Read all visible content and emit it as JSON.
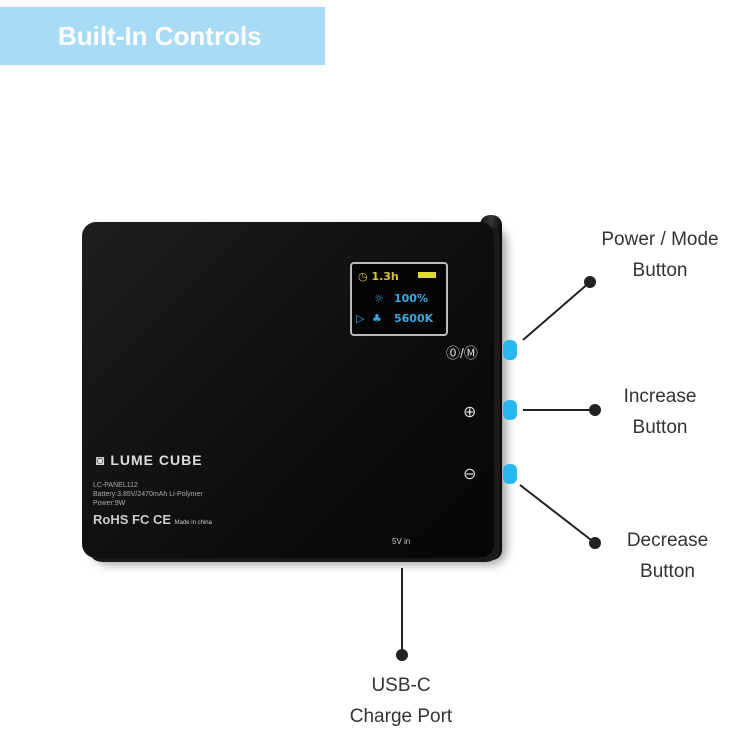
{
  "banner": {
    "title": "Built-In Controls"
  },
  "display": {
    "runtime": "1.3h",
    "brightness": "100%",
    "color_temp": "5600K"
  },
  "device": {
    "brand": "LUME CUBE",
    "model": "LC-PANEL112",
    "battery": "Battery:3.85V/2470mAh Li-Polymer",
    "power": "Power:9W",
    "certs": "RoHS FC CE",
    "made_in": "Made in china",
    "port_label": "5V in",
    "power_mode_symbol": "⓪/Ⓜ",
    "plus_symbol": "⊕",
    "minus_symbol": "⊖"
  },
  "callouts": {
    "power_mode": [
      "Power / Mode",
      "Button"
    ],
    "increase": [
      "Increase",
      "Button"
    ],
    "decrease": [
      "Decrease",
      "Button"
    ],
    "usb": [
      "USB-C",
      "Charge Port"
    ]
  },
  "colors": {
    "banner": "#a8dbf6",
    "button": "#29b7ee"
  }
}
